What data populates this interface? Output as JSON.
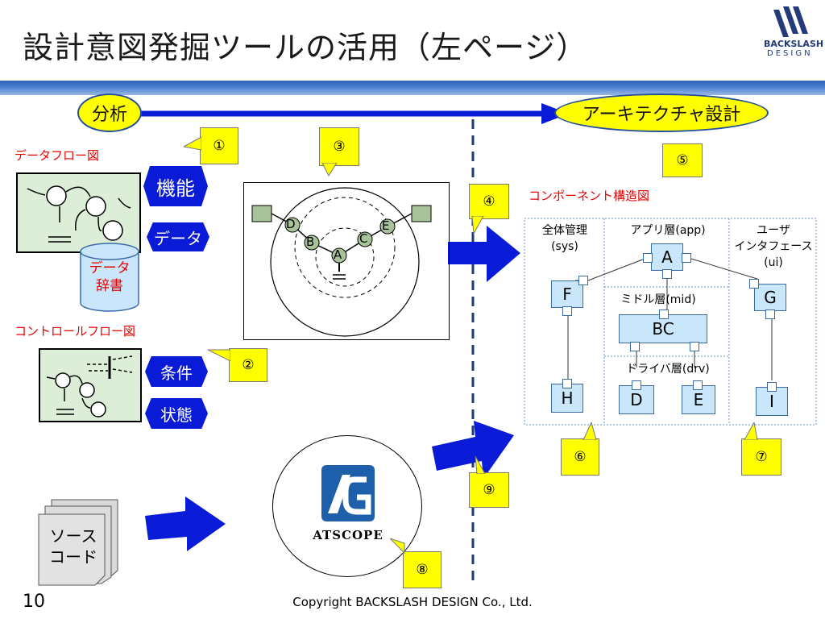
{
  "header": {
    "title": "設計意図発掘ツールの活用（左ページ）",
    "logo_line1": "BACKSLASH",
    "logo_line2": "DESIGN"
  },
  "timeline": {
    "start_label": "分析",
    "end_label": "アーキテクチャ設計"
  },
  "left": {
    "dataflow_title": "データフロー図",
    "function_tag": "機能",
    "data_tag": "データ",
    "dictionary_label": "データ\n辞書",
    "control_title": "コントロールフロー図",
    "condition_tag": "条件",
    "state_tag": "状態",
    "source_label": "ソース\nコード"
  },
  "center": {
    "nodes": [
      "D",
      "E",
      "B",
      "C",
      "A"
    ],
    "tool_name": "ATSCOPE"
  },
  "callouts": [
    "①",
    "②",
    "③",
    "④",
    "⑤",
    "⑥",
    "⑦",
    "⑧",
    "⑨"
  ],
  "right": {
    "structure_title": "コンポーネント構造図",
    "col_sys": "全体管理\n(sys)",
    "col_app": "アプリ層(app)",
    "col_ui": "ユーザ\nインタフェース\n(ui)",
    "layer_mid": "ミドル層(mid)",
    "layer_drv": "ドライバ層(drv)",
    "components": {
      "A": "A",
      "F": "F",
      "G": "G",
      "BC": "BC",
      "H": "H",
      "D": "D",
      "E": "E",
      "I": "I"
    }
  },
  "footer": {
    "page": "10",
    "copyright": "Copyright BACKSLASH DESIGN Co., Ltd."
  },
  "colors": {
    "accent_blue": "#0a1bd8",
    "highlight_yellow": "#ffff00",
    "label_red": "#e60000",
    "diagram_green": "#ddeed8",
    "component_blue": "#c9e6fb"
  }
}
